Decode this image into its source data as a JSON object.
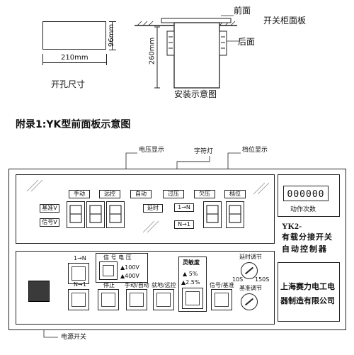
{
  "install": {
    "cutout_caption": "开孔尺寸",
    "width_dim": "210mm",
    "height_dim": "96mm",
    "diagram_caption": "安装示意图",
    "depth_dim": "260mm",
    "front_label": "前面",
    "back_label": "后面",
    "panel_label": "开关柜面板"
  },
  "appendix_title": "附录1:YK型前面板示意图",
  "callouts": {
    "voltage_display": "电压显示",
    "char_lamp": "字符灯",
    "gear_display": "档位显示",
    "power_switch": "电源开关"
  },
  "indicators": {
    "manual": "手动",
    "remote": "远控",
    "auto": "自动",
    "over_voltage": "过压",
    "under_voltage": "欠压",
    "gear": "档位",
    "delay": "延时",
    "one_to_n": "1→N",
    "n_to_one": "N→1",
    "base_v": "基准V",
    "signal_v": "信号V"
  },
  "counter": {
    "value": "000000",
    "label": "动作次数"
  },
  "brand": {
    "model": "YK2-",
    "line1": "有载分接开关",
    "line2": "自动控制器",
    "company1": "上海赛力电工电",
    "company2": "器制造有限公司"
  },
  "controls": {
    "one_to_n": "1→N",
    "n_to_one": "N→1",
    "signal_voltage": "信 号  电 压",
    "v100": "100V",
    "v400": "400V",
    "stop": "停止",
    "manual_auto": "手动/自动",
    "local_remote": "就地/远控",
    "sensitivity": "灵敏度",
    "pct5": "5%",
    "pct25": "2.5%",
    "signal_base": "信号/基准",
    "delay_adjust": "延时调节",
    "t10": "10S",
    "t150": "150S",
    "base_adjust": "基准调节"
  }
}
